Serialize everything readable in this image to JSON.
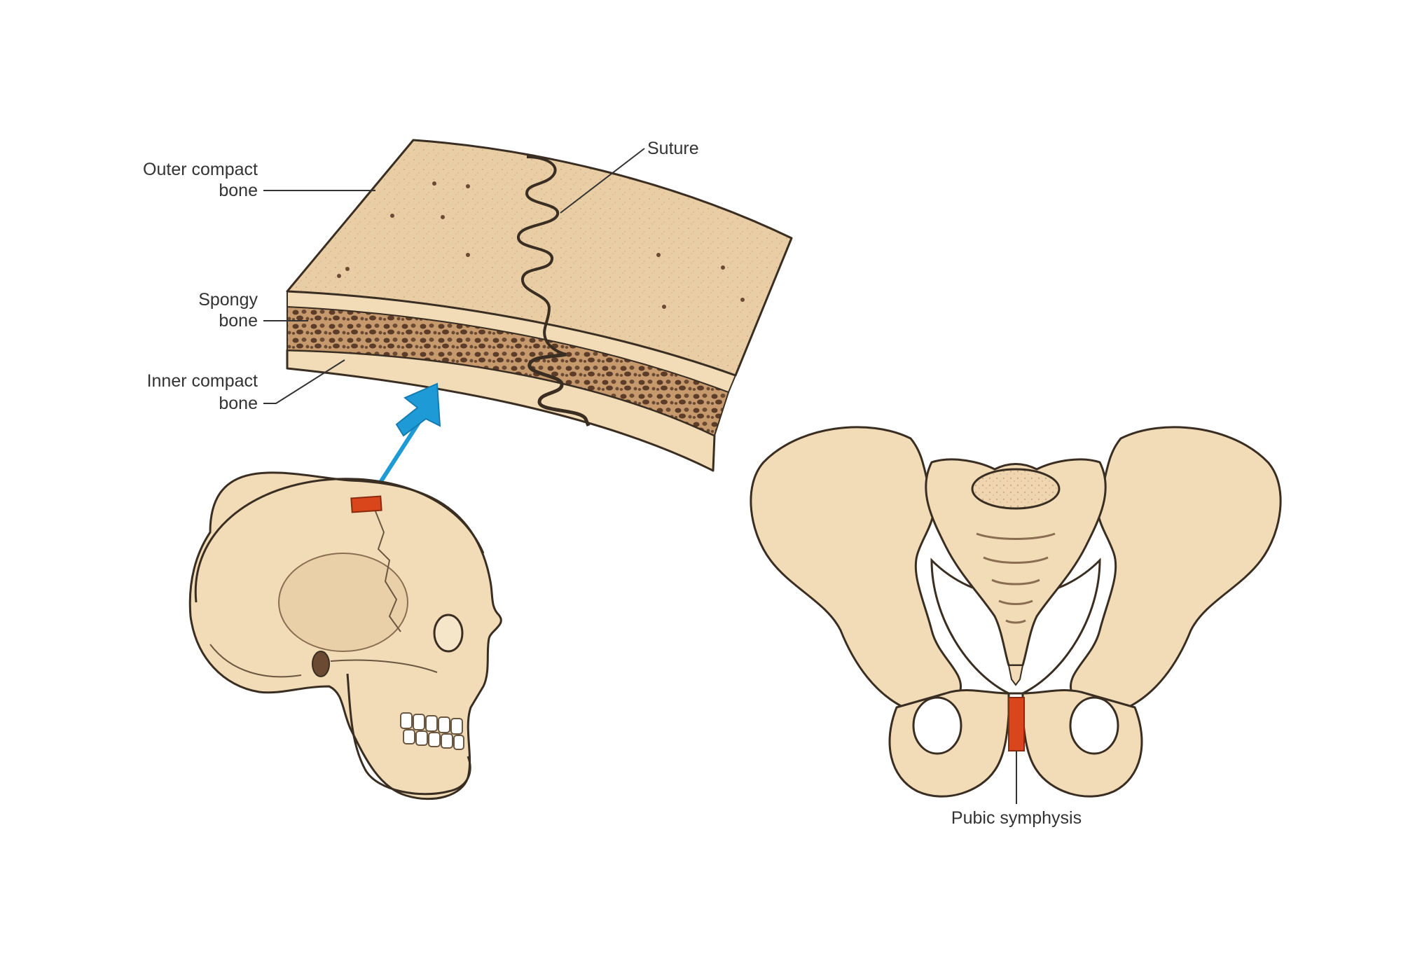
{
  "labels": {
    "outer_compact_line1": "Outer compact",
    "outer_compact_line2": "bone",
    "spongy_line1": "Spongy",
    "spongy_line2": "bone",
    "inner_compact_line1": "Inner compact",
    "inner_compact_line2": "bone",
    "suture": "Suture",
    "pubic_symphysis": "Pubic symphysis"
  },
  "colors": {
    "bone": "#f2dcb8",
    "bone_shadow": "#e3c497",
    "bone_surface": "#e8cda5",
    "spongy_pores": "#6b4a33",
    "highlight_red": "#d9461c",
    "arrow_blue": "#1e9ad6",
    "outline": "#3a2e22",
    "text": "#333333"
  }
}
